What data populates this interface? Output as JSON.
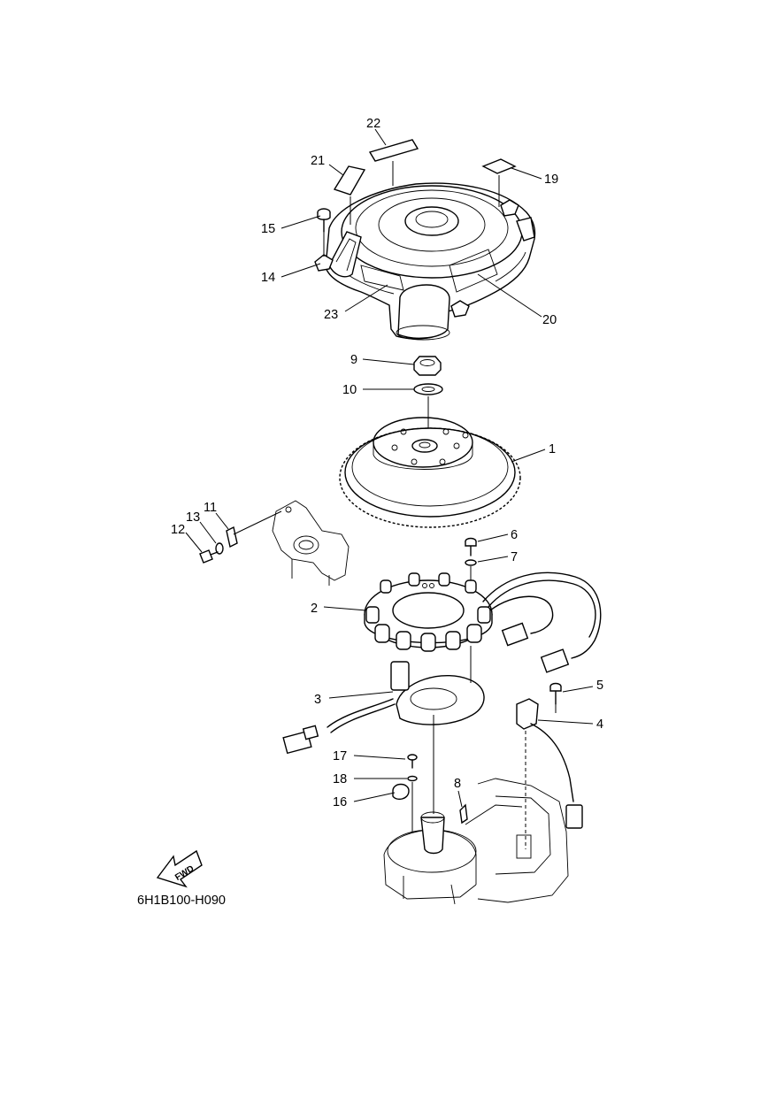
{
  "callouts": [
    {
      "id": "22",
      "text": "22"
    },
    {
      "id": "21",
      "text": "21"
    },
    {
      "id": "19",
      "text": "19"
    },
    {
      "id": "15",
      "text": "15"
    },
    {
      "id": "14",
      "text": "14"
    },
    {
      "id": "23",
      "text": "23"
    },
    {
      "id": "20",
      "text": "20"
    },
    {
      "id": "9",
      "text": "9"
    },
    {
      "id": "10",
      "text": "10"
    },
    {
      "id": "1",
      "text": "1"
    },
    {
      "id": "11",
      "text": "11"
    },
    {
      "id": "13",
      "text": "13"
    },
    {
      "id": "12",
      "text": "12"
    },
    {
      "id": "6",
      "text": "6"
    },
    {
      "id": "7",
      "text": "7"
    },
    {
      "id": "2",
      "text": "2"
    },
    {
      "id": "3",
      "text": "3"
    },
    {
      "id": "5",
      "text": "5"
    },
    {
      "id": "4",
      "text": "4"
    },
    {
      "id": "17",
      "text": "17"
    },
    {
      "id": "18",
      "text": "18"
    },
    {
      "id": "8",
      "text": "8"
    },
    {
      "id": "16",
      "text": "16"
    }
  ],
  "direction_arrow": {
    "text": "FWD",
    "icon": "fwd-arrow-icon"
  },
  "figure_code": "6H1B100-H090"
}
